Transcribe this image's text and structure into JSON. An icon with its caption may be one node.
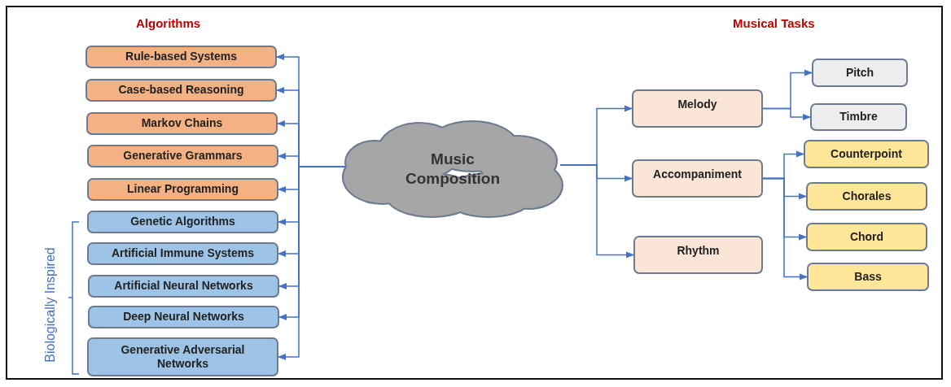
{
  "diagram": {
    "nodes": [
      {
        "text": [
          "Music Composition"
        ]
      },
      {
        "text": [
          "Rule-based Systems"
        ]
      },
      {
        "text": [
          "Case-based Reasoning"
        ]
      },
      {
        "text": [
          "Markov Chains"
        ]
      },
      {
        "text": [
          "Generative Grammars"
        ]
      },
      {
        "text": [
          "Linear Programming"
        ]
      },
      {
        "text": [
          "Genetic Algorithms"
        ]
      },
      {
        "text": [
          "Artificial Immune Systems"
        ]
      },
      {
        "text": [
          "Artificial Neural Networks"
        ]
      },
      {
        "text": [
          "Deep Neural Networks"
        ]
      },
      {
        "text": [
          "Generative Adversarial Networks"
        ]
      },
      {
        "text": [
          "Melody"
        ]
      },
      {
        "text": [
          "Accompaniment"
        ]
      },
      {
        "text": [
          "Rhythm"
        ]
      },
      {
        "text": [
          "Pitch"
        ]
      },
      {
        "text": [
          "Timbre"
        ]
      },
      {
        "text": [
          "Counterpoint"
        ]
      },
      {
        "text": [
          "Chorales"
        ]
      },
      {
        "text": [
          "Chord"
        ]
      },
      {
        "text": [
          "Bass"
        ]
      }
    ],
    "edges": [
      {
        "from": 0,
        "to": 1,
        "arrow": "to"
      },
      {
        "from": 0,
        "to": 2,
        "arrow": "to"
      },
      {
        "from": 0,
        "to": 3,
        "arrow": "to"
      },
      {
        "from": 0,
        "to": 4,
        "arrow": "to"
      },
      {
        "from": 0,
        "to": 5,
        "arrow": "to"
      },
      {
        "from": 0,
        "to": 6,
        "arrow": "to"
      },
      {
        "from": 0,
        "to": 7,
        "arrow": "to"
      },
      {
        "from": 0,
        "to": 8,
        "arrow": "to"
      },
      {
        "from": 0,
        "to": 9,
        "arrow": "to"
      },
      {
        "from": 0,
        "to": 10,
        "arrow": "to"
      },
      {
        "from": 0,
        "to": 11,
        "arrow": "to"
      },
      {
        "from": 0,
        "to": 12,
        "arrow": "to"
      },
      {
        "from": 0,
        "to": 13,
        "arrow": "to"
      },
      {
        "from": 11,
        "to": 14,
        "arrow": "to"
      },
      {
        "from": 11,
        "to": 15,
        "arrow": "to"
      },
      {
        "from": 12,
        "to": 16,
        "arrow": "to"
      },
      {
        "from": 12,
        "to": 17,
        "arrow": "to"
      },
      {
        "from": 12,
        "to": 18,
        "arrow": "to"
      },
      {
        "from": 12,
        "to": 19,
        "arrow": "to"
      }
    ],
    "labels": [
      "Algorithms",
      "Musical Tasks",
      "Biologically Inspired"
    ]
  }
}
